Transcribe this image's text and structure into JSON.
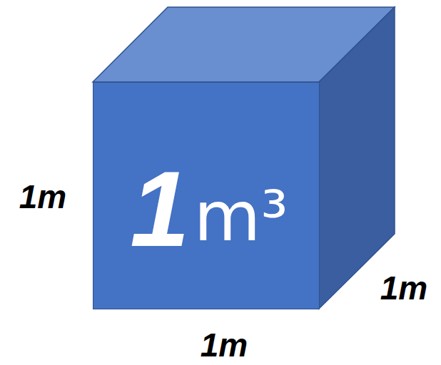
{
  "diagram": {
    "nodes": [
      {
        "text": [
          "1",
          "m³"
        ]
      }
    ],
    "labels": [
      "1m",
      "1m",
      "1m"
    ]
  }
}
